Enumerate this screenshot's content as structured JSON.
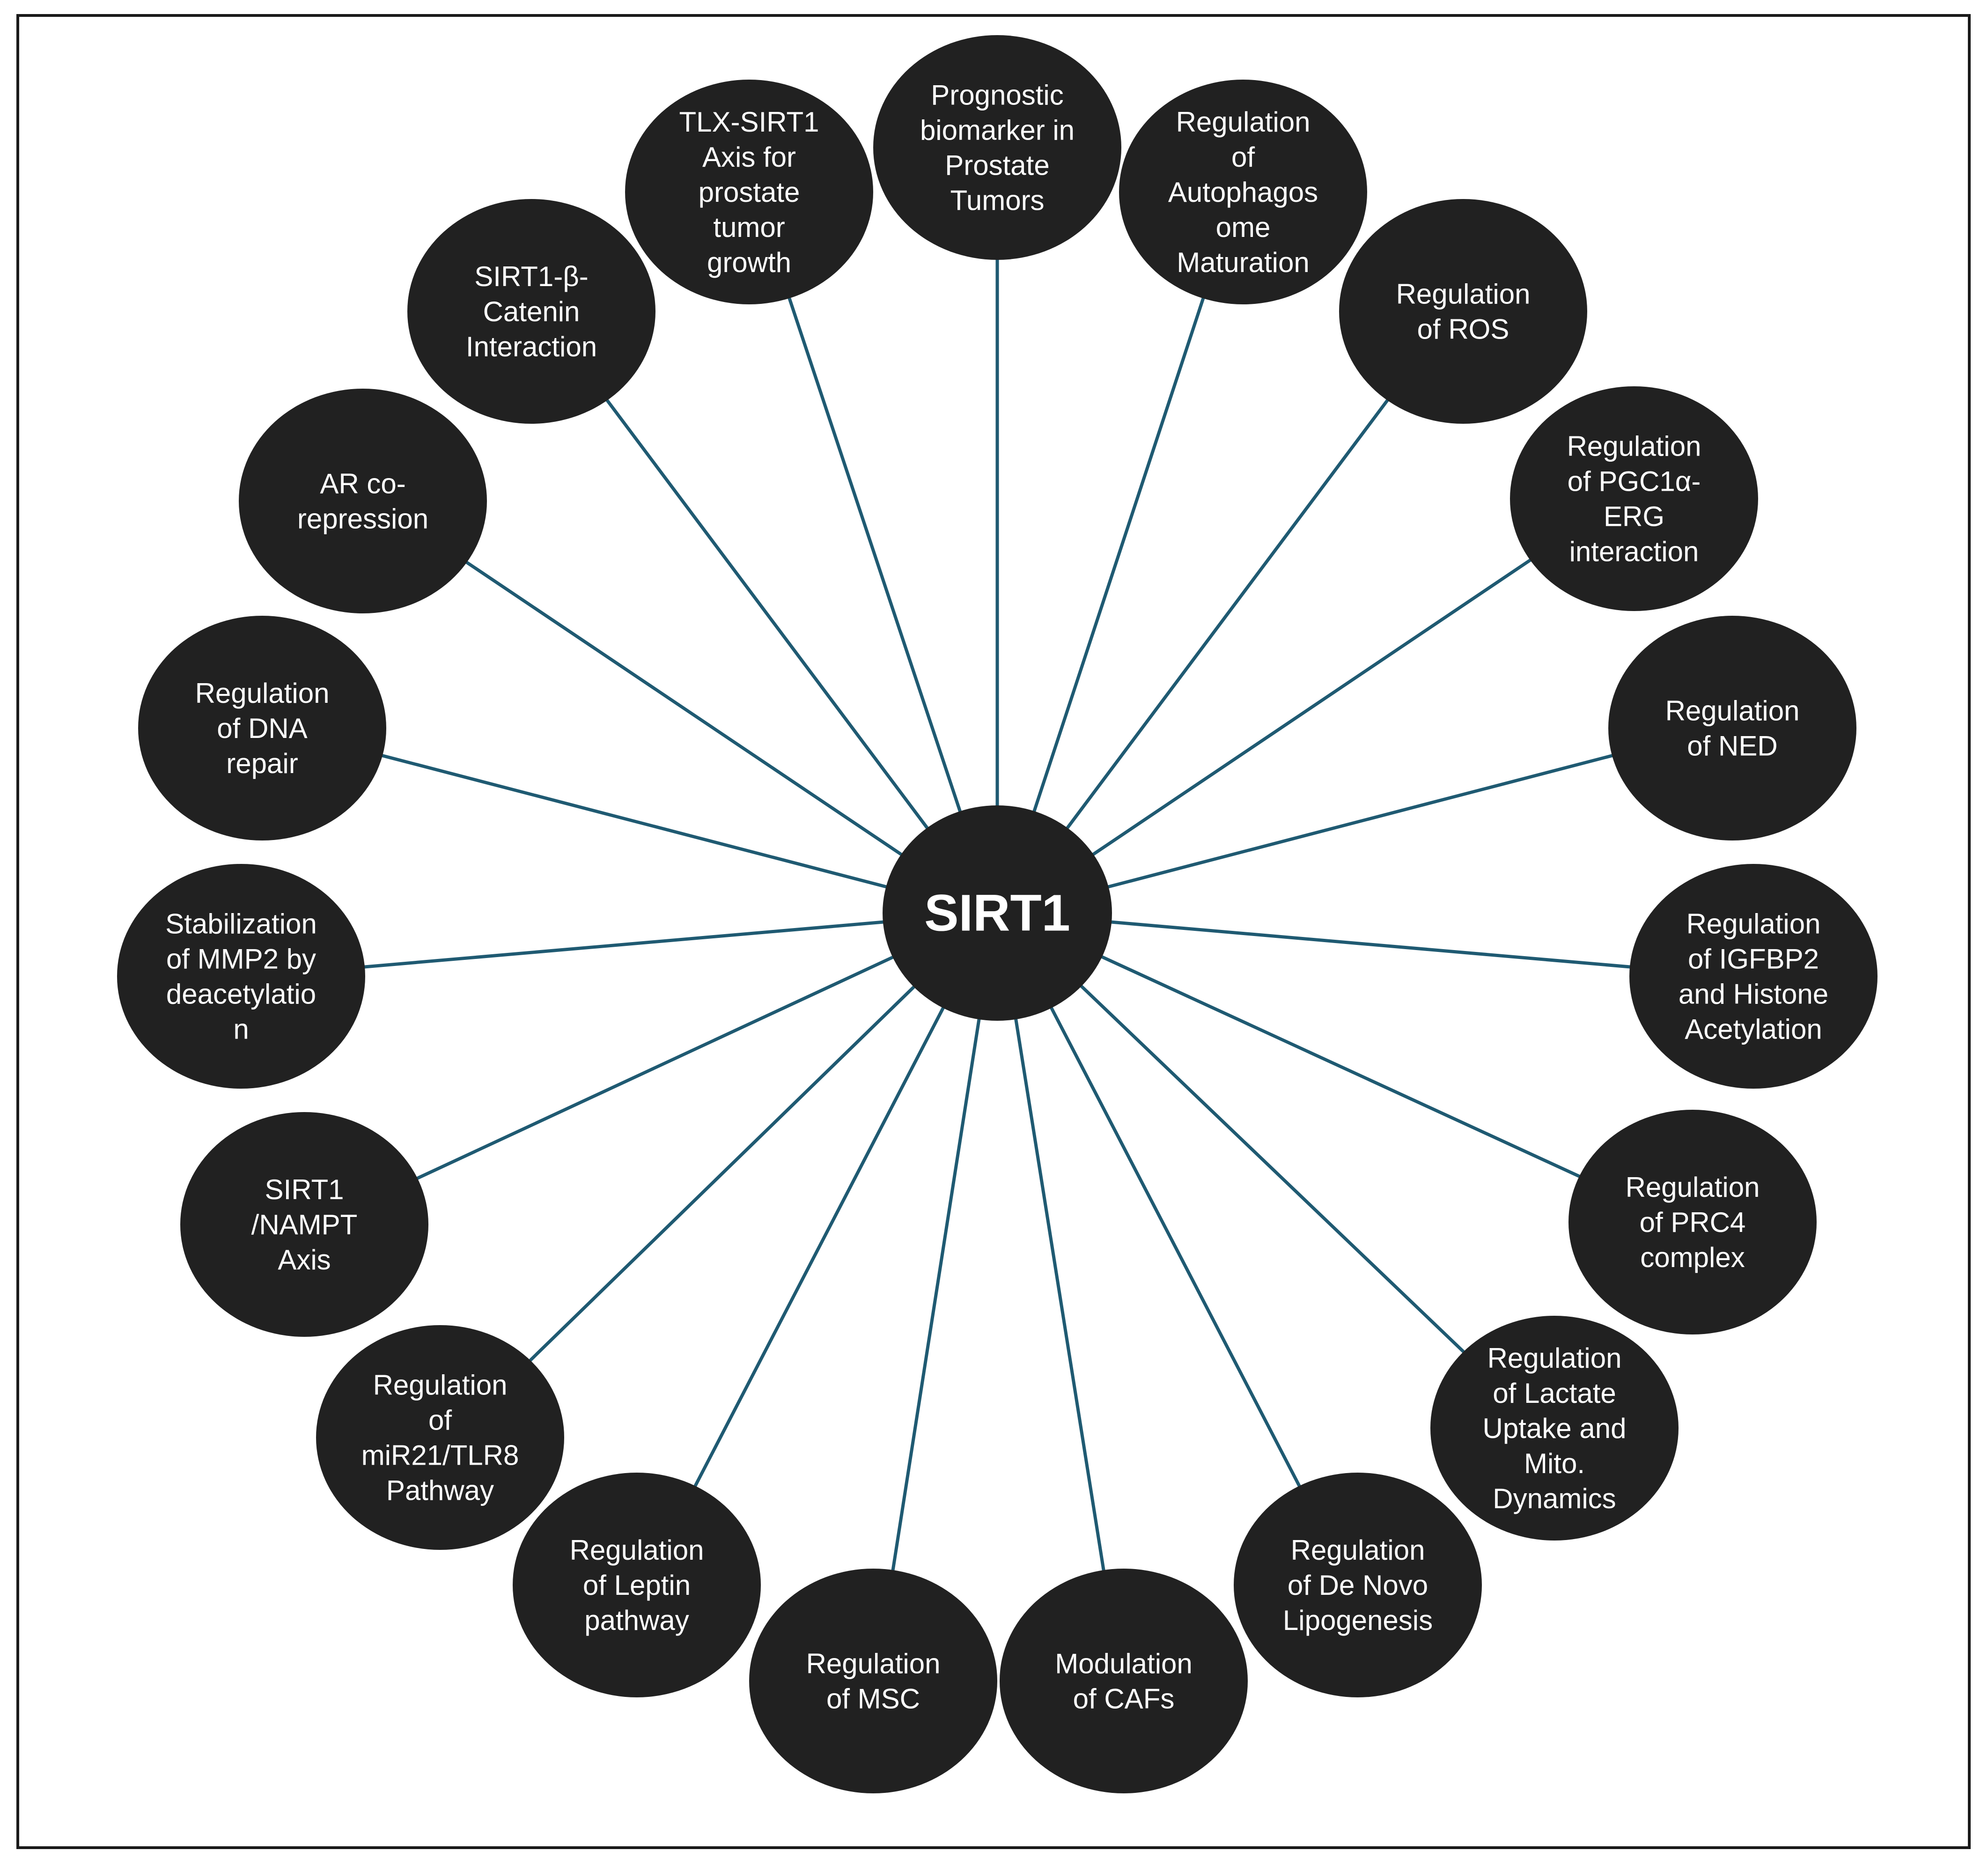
{
  "hub": {
    "label": "SIRT1"
  },
  "colors": {
    "node_fill": "#212121",
    "connector": "#1f5a72",
    "text": "#ffffff",
    "frame": "#1a1a1a"
  },
  "nodes": [
    {
      "id": "prognostic-biomarker",
      "lines": [
        "Prognostic",
        "biomarker in",
        "Prostate",
        "Tumors"
      ]
    },
    {
      "id": "tlx-sirt1-axis",
      "lines": [
        "TLX-SIRT1",
        "Axis for",
        "prostate",
        "tumor",
        "growth"
      ]
    },
    {
      "id": "sirt1-beta-catenin",
      "lines": [
        "SIRT1-β-",
        "Catenin",
        "Interaction"
      ]
    },
    {
      "id": "ar-corepression",
      "lines": [
        "AR co-",
        "repression"
      ]
    },
    {
      "id": "dna-repair",
      "lines": [
        "Regulation",
        "of DNA",
        "repair"
      ]
    },
    {
      "id": "mmp2-stabilization",
      "lines": [
        "Stabilization",
        "of MMP2 by",
        "deacetylatio",
        "n"
      ]
    },
    {
      "id": "sirt1-nampt-axis",
      "lines": [
        "SIRT1",
        "/NAMPT",
        "Axis"
      ]
    },
    {
      "id": "mir21-tlr8",
      "lines": [
        "Regulation",
        "of",
        "miR21/TLR8",
        "Pathway"
      ]
    },
    {
      "id": "leptin-pathway",
      "lines": [
        "Regulation",
        "of Leptin",
        "pathway"
      ]
    },
    {
      "id": "msc",
      "lines": [
        "Regulation",
        "of MSC"
      ]
    },
    {
      "id": "cafs",
      "lines": [
        "Modulation",
        "of CAFs"
      ]
    },
    {
      "id": "de-novo-lipogenesis",
      "lines": [
        "Regulation",
        "of De Novo",
        "Lipogenesis"
      ]
    },
    {
      "id": "lactate-uptake",
      "lines": [
        "Regulation",
        "of Lactate",
        "Uptake and",
        "Mito.",
        "Dynamics"
      ]
    },
    {
      "id": "prc4-complex",
      "lines": [
        "Regulation",
        "of PRC4",
        "complex"
      ]
    },
    {
      "id": "igfbp2-histone",
      "lines": [
        "Regulation",
        "of IGFBP2",
        "and Histone",
        "Acetylation"
      ]
    },
    {
      "id": "ned",
      "lines": [
        "Regulation",
        "of NED"
      ]
    },
    {
      "id": "pgc1a-erg",
      "lines": [
        "Regulation",
        "of PGC1α-",
        "ERG",
        "interaction"
      ]
    },
    {
      "id": "ros",
      "lines": [
        "Regulation",
        "of ROS"
      ]
    },
    {
      "id": "autophagosome",
      "lines": [
        "Regulation",
        "of",
        "Autophagos",
        "ome",
        "Maturation"
      ]
    }
  ]
}
